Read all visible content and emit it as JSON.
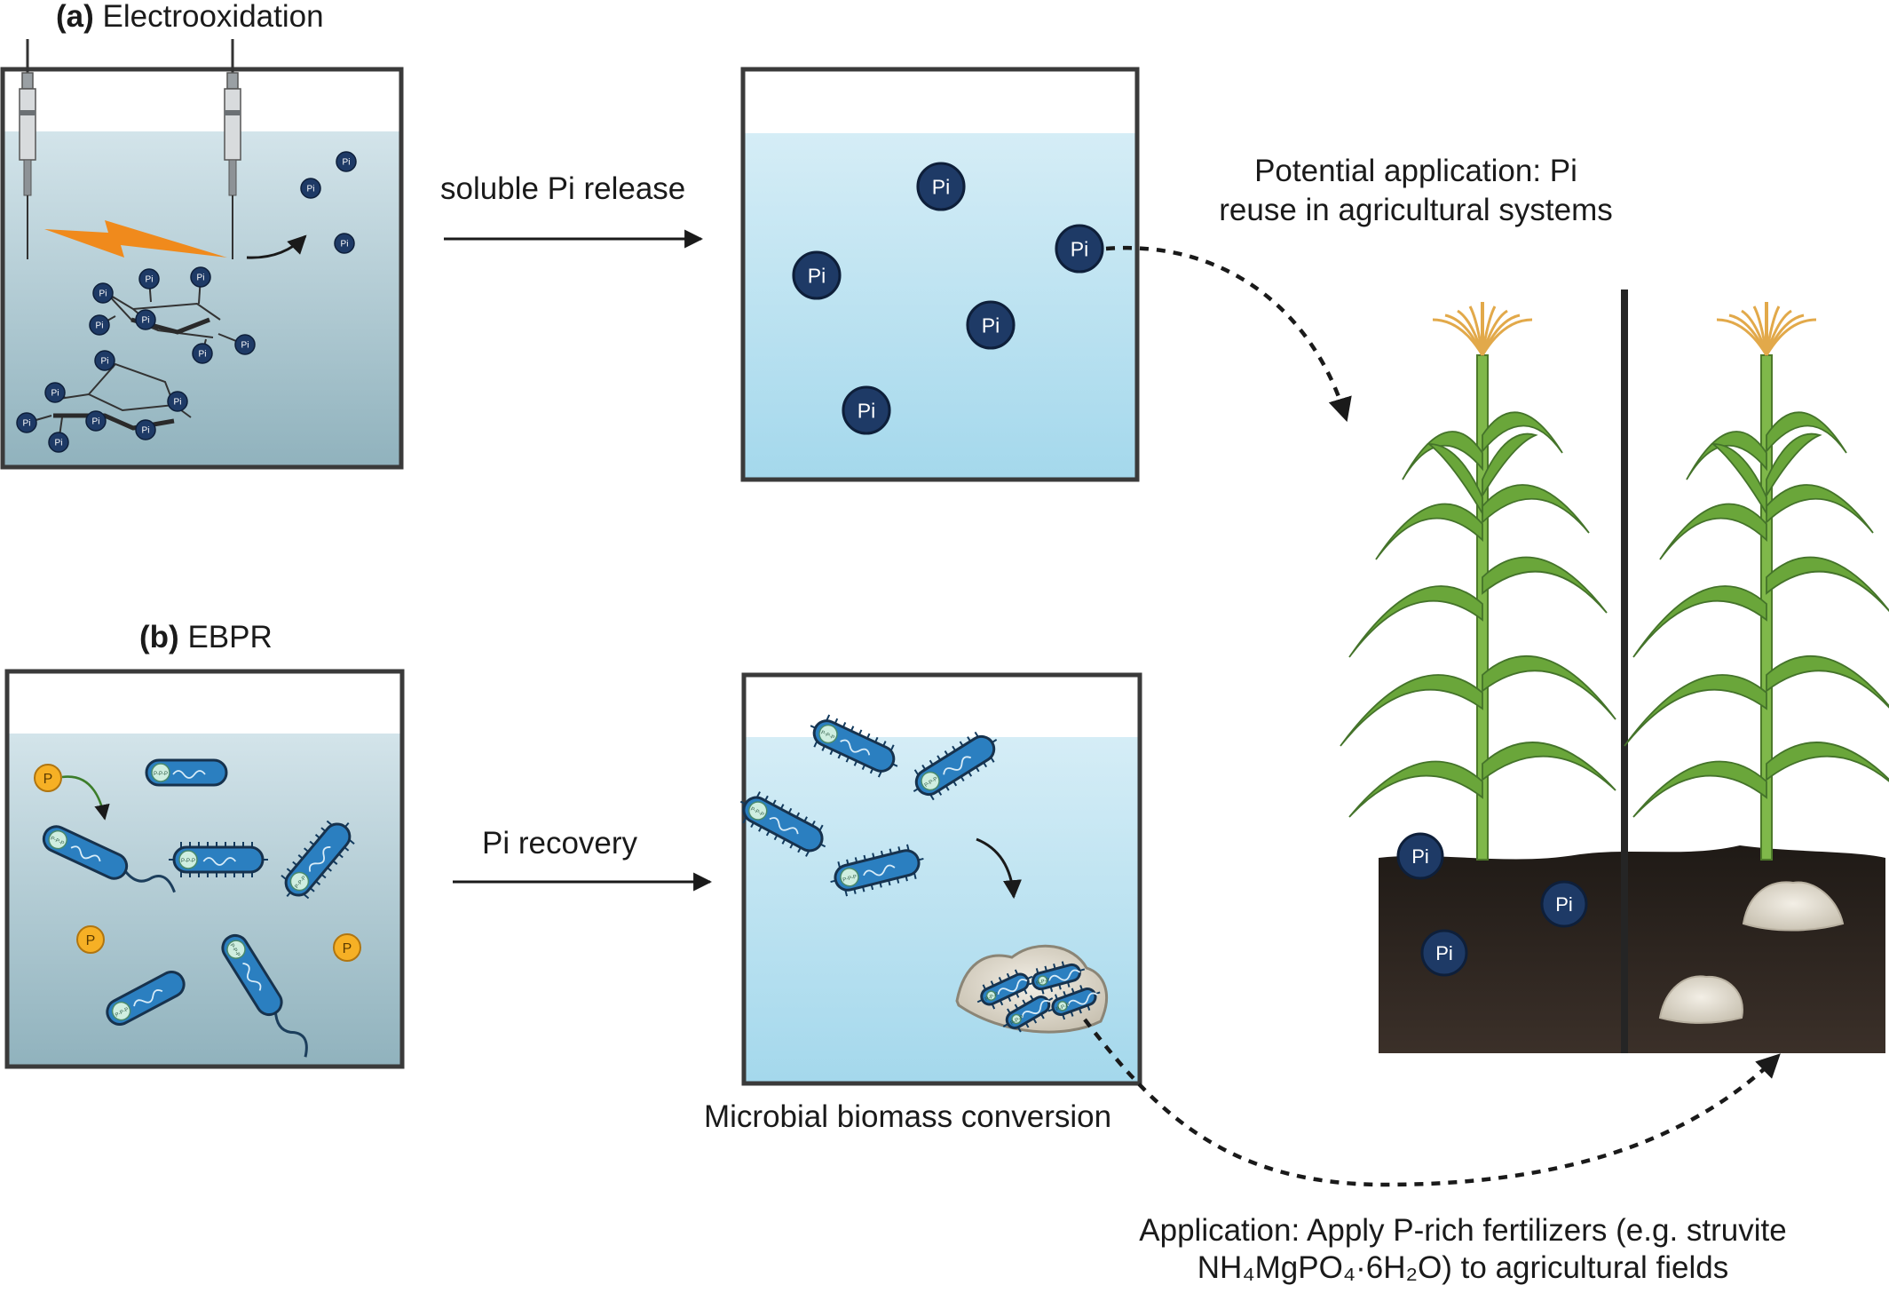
{
  "panel_a": {
    "letter": "(a)",
    "title": "Electrooxidation",
    "arrow_label": "soluble Pi release",
    "ion_small": "Pi",
    "ion_large": "Pi",
    "application": [
      "Potential application: Pi",
      "reuse in agricultural systems"
    ]
  },
  "panel_b": {
    "letter": "(b)",
    "title": "EBPR",
    "arrow_label": "Pi recovery",
    "phosphate": "P",
    "polyp": "P-P-P",
    "conversion_label": "Microbial biomass conversion",
    "application": [
      "Application: Apply P-rich fertilizers (e.g. struvite",
      "NH₄MgPO₄·6H₂O) to agricultural fields"
    ]
  },
  "field": {
    "soil_ion": "Pi"
  },
  "colors": {
    "tank_top_water": "#d2e4ea",
    "tank_bottom_water": "#93b4bf",
    "clear_top_water": "#d4ecf6",
    "clear_bottom_water": "#a6d9ec",
    "ion_fill": "#1e3a66",
    "bacteria": "#2b7fc0",
    "phosphate_dot": "#f6b025",
    "spark": "#f08a1c",
    "soil": "#2d241d",
    "leaf": "#6aa63a",
    "tassel": "#e2a94a"
  }
}
